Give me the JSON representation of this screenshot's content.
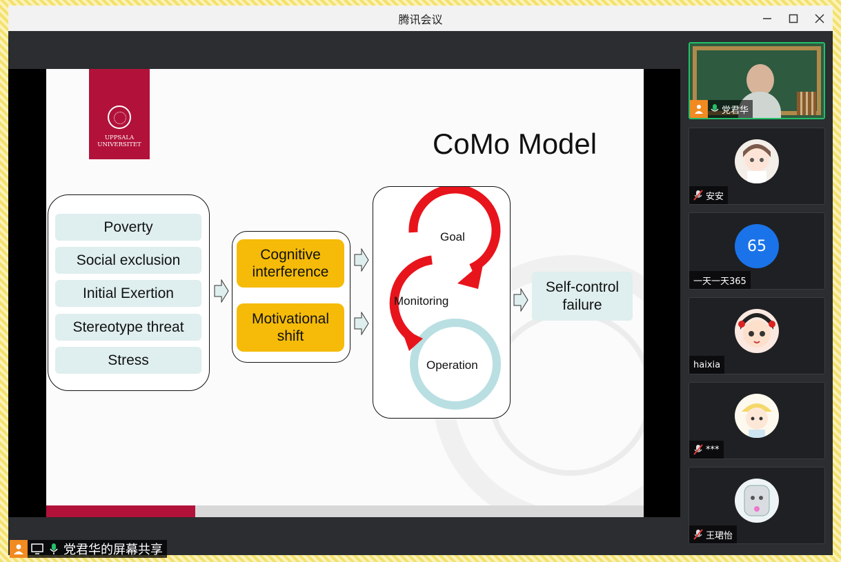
{
  "window": {
    "title": "腾讯会议"
  },
  "slide": {
    "title": "CoMo Model",
    "logo_line1": "UPPSALA",
    "logo_line2": "UNIVERSITET",
    "causes": [
      "Poverty",
      "Social exclusion",
      "Initial Exertion",
      "Stereotype threat",
      "Stress"
    ],
    "mechanisms": [
      {
        "line1": "Cognitive",
        "line2": "interference"
      },
      {
        "line1": "Motivational",
        "line2": "shift"
      }
    ],
    "cycle": {
      "goal": "Goal",
      "monitoring": "Monitoring",
      "operation": "Operation"
    },
    "result": {
      "line1": "Self-control",
      "line2": "failure"
    },
    "colors": {
      "accent": "#b2123a",
      "mechanism": "#f5bb08",
      "box": "#dfeeee",
      "cycle_red": "#e8141c",
      "cycle_blue": "#b9dfe2"
    }
  },
  "share": {
    "label": "党君华的屏幕共享"
  },
  "participants": [
    {
      "name": "党君华",
      "muted": false,
      "video": true
    },
    {
      "name": "安安",
      "muted": true
    },
    {
      "name": "一天一天365",
      "avatar_text": "65",
      "muted": false
    },
    {
      "name": "haixia",
      "muted": false
    },
    {
      "name": "***",
      "muted": true
    },
    {
      "name": "王珺怡",
      "muted": true
    }
  ]
}
